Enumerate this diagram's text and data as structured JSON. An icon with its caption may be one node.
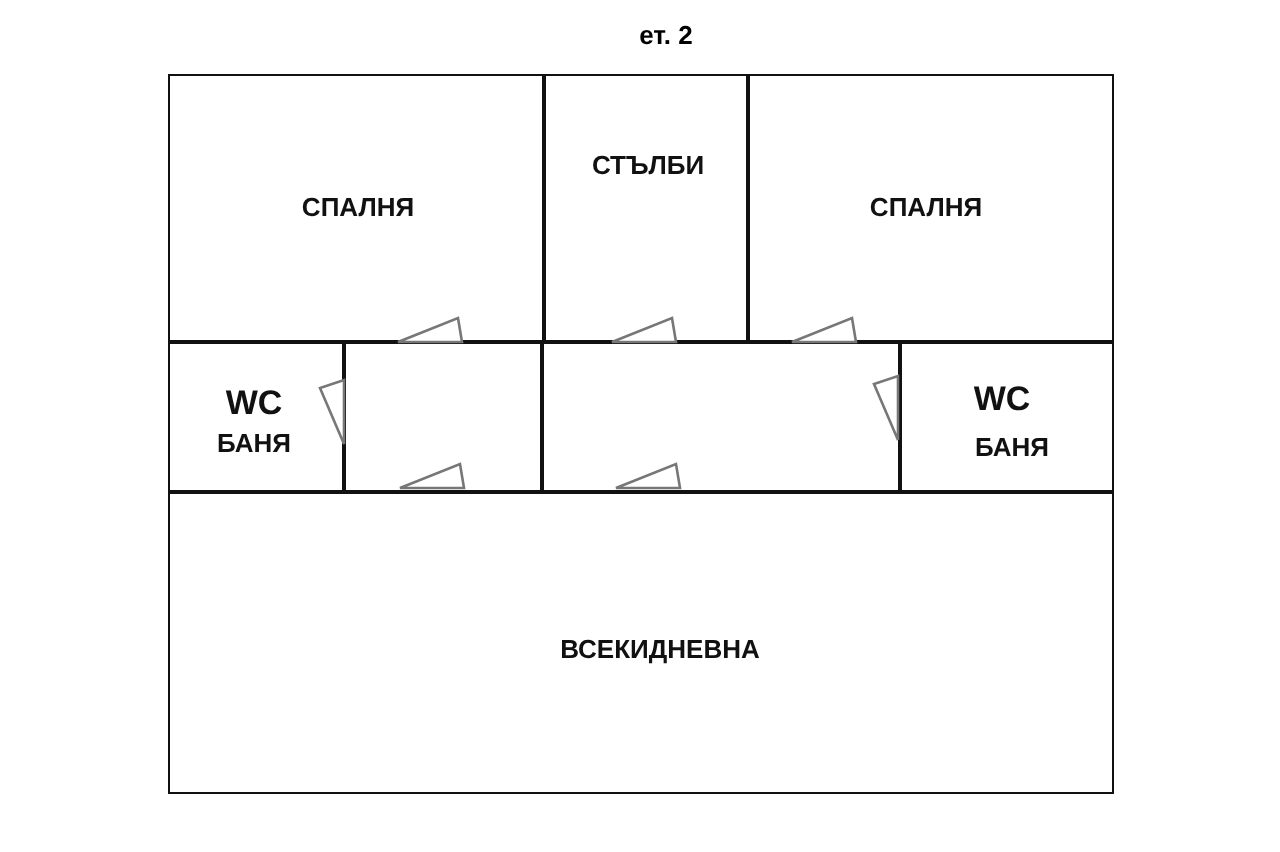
{
  "diagram": {
    "title": "ет. 2",
    "nodes": [
      {
        "text": [
          "СПАЛНЯ"
        ]
      },
      {
        "text": [
          "СТЪЛБИ"
        ]
      },
      {
        "text": [
          "СПАЛНЯ"
        ]
      },
      {
        "text": [
          "WC",
          "БАНЯ"
        ]
      },
      {
        "text": [],
        "shape": "box"
      },
      {
        "text": [],
        "shape": "box"
      },
      {
        "text": [
          "WC",
          "БАНЯ"
        ]
      },
      {
        "text": [
          "ВСЕКИДНЕВНА"
        ]
      }
    ],
    "edges": []
  }
}
